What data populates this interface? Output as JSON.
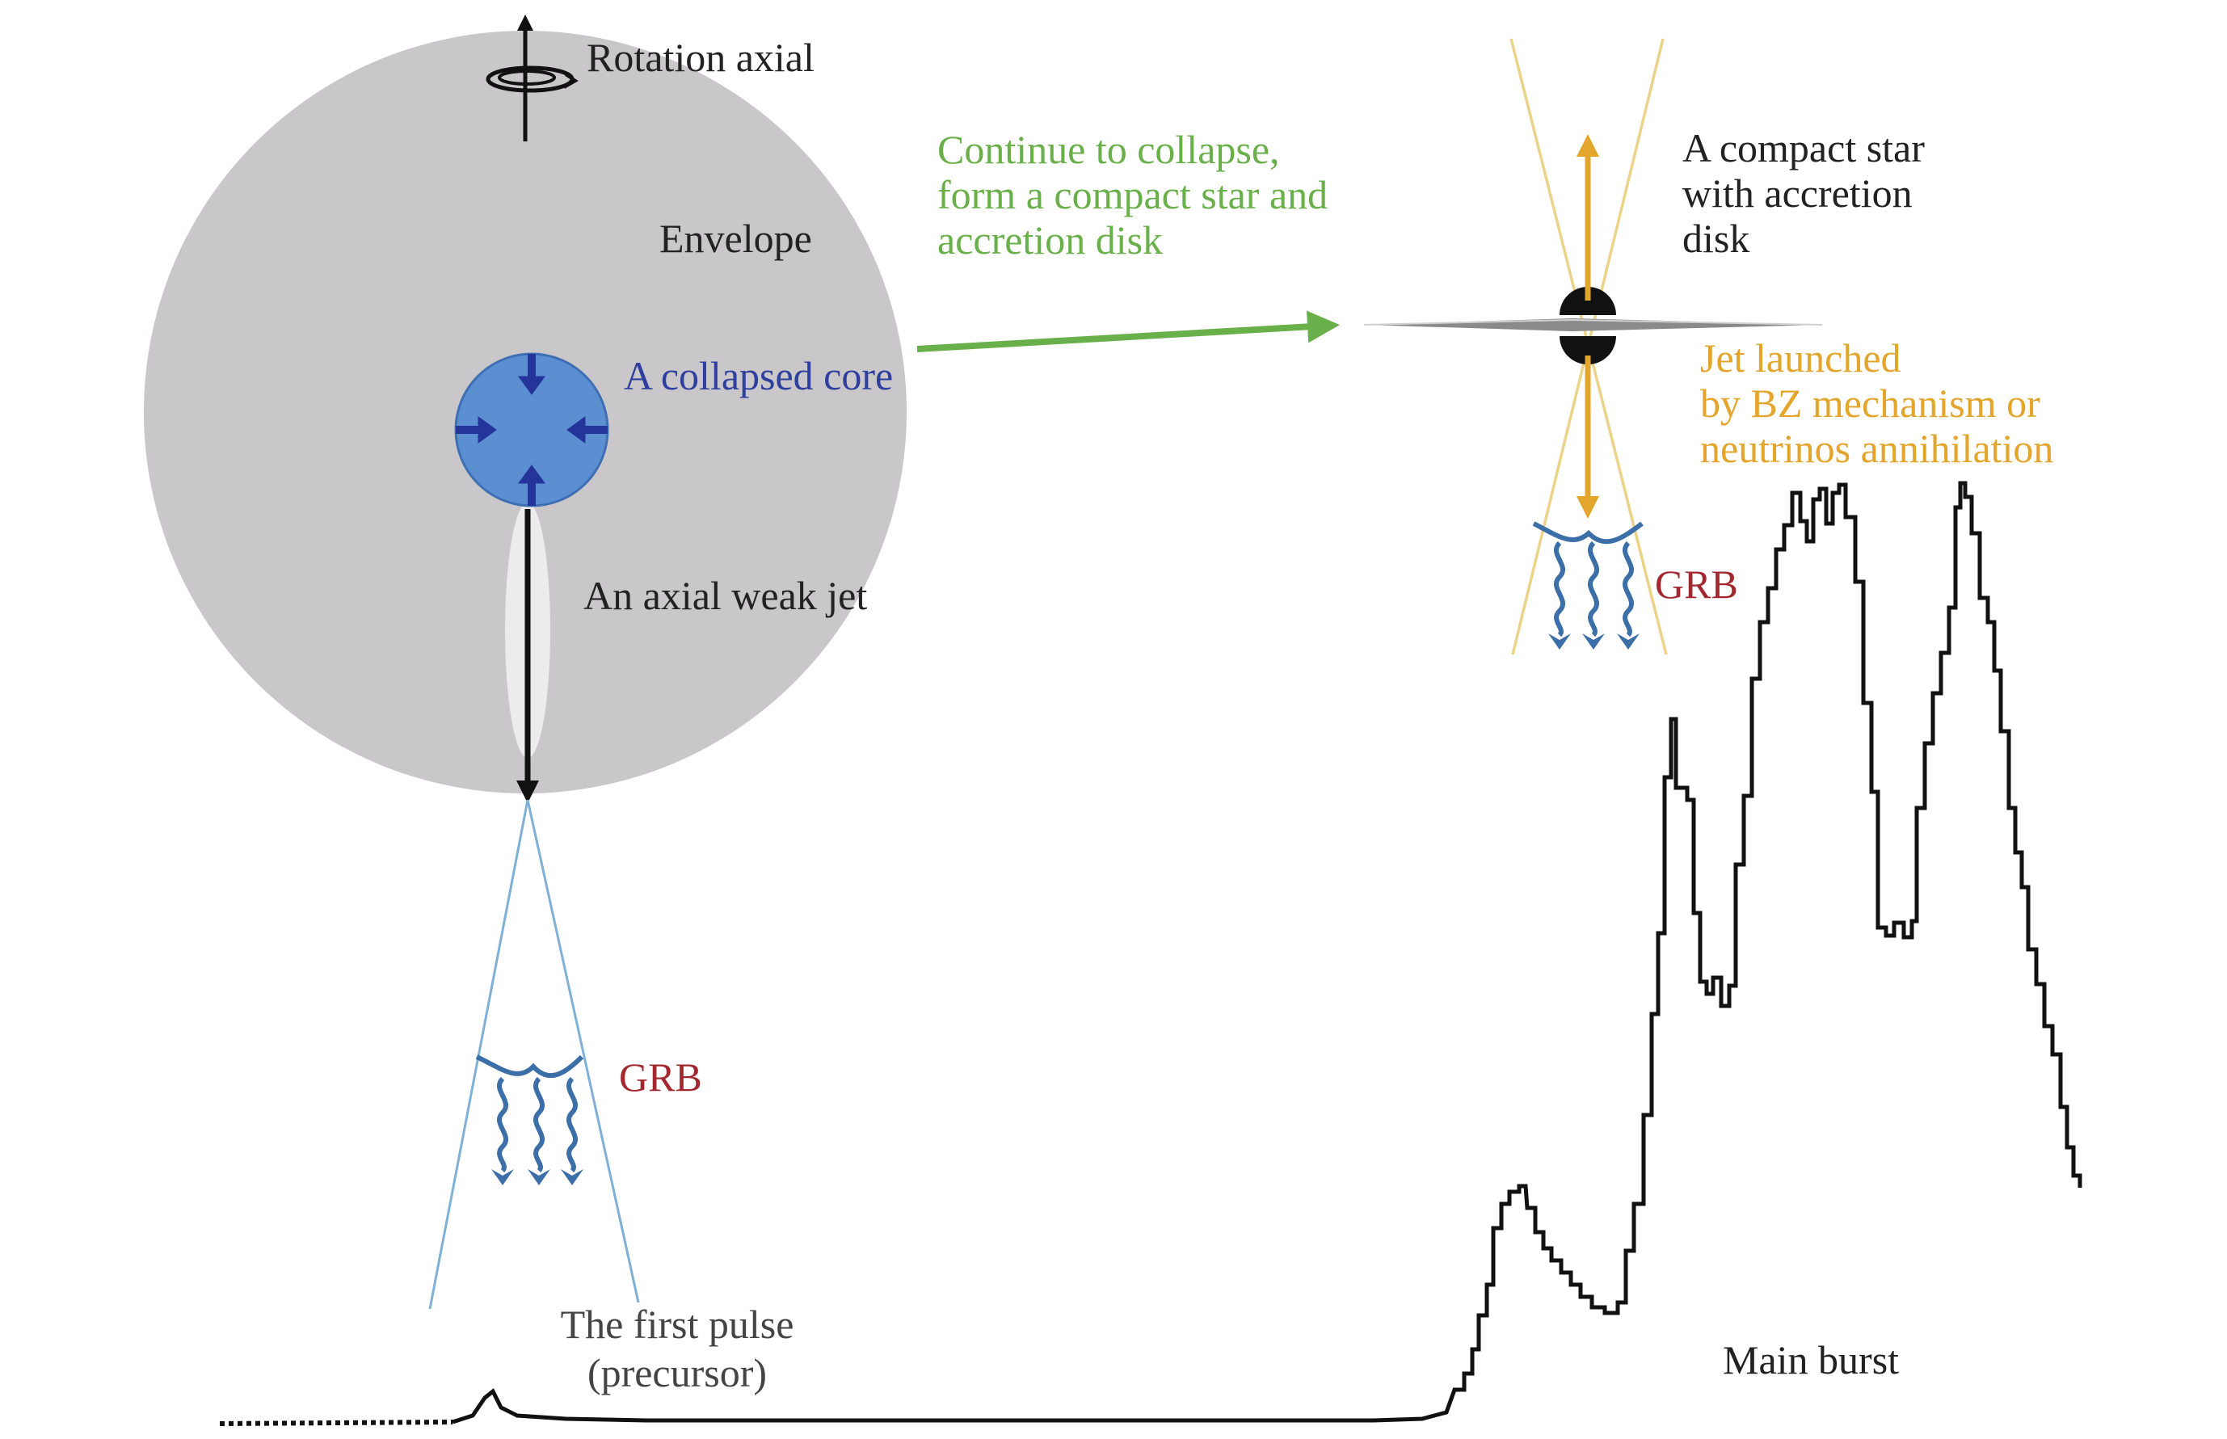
{
  "labels": {
    "rotation_axis": "Rotation axial",
    "envelope": "Envelope",
    "collapsed_core": "A collapsed core",
    "weak_jet": "An axial weak jet",
    "grb_left": "GRB",
    "first_pulse_line1": "The first pulse",
    "first_pulse_line2": "(precursor)",
    "continue_line1": "Continue to collapse,",
    "continue_line2": "form a compact star and",
    "continue_line3": "accretion disk",
    "compact_line1": "A compact star",
    "compact_line2": "with accretion",
    "compact_line3": "disk",
    "jet_line1": "Jet launched",
    "jet_line2": "by BZ mechanism or",
    "jet_line3": "neutrinos annihilation",
    "grb_right": "GRB",
    "main_burst": "Main burst"
  },
  "colors": {
    "envelope": "#c9c7c9",
    "core": "#5b8fd2",
    "core_arrows": "#24349a",
    "core_label": "#2e3f9e",
    "green": "#6ab04a",
    "jet_gold": "#e3a52b",
    "jet_cone": "#ecd38a",
    "grb_label": "#a3272f",
    "photon": "#3c6ea8",
    "cone_left": "#7fb0d6",
    "text": "#222222",
    "light_curve": "#111111"
  }
}
